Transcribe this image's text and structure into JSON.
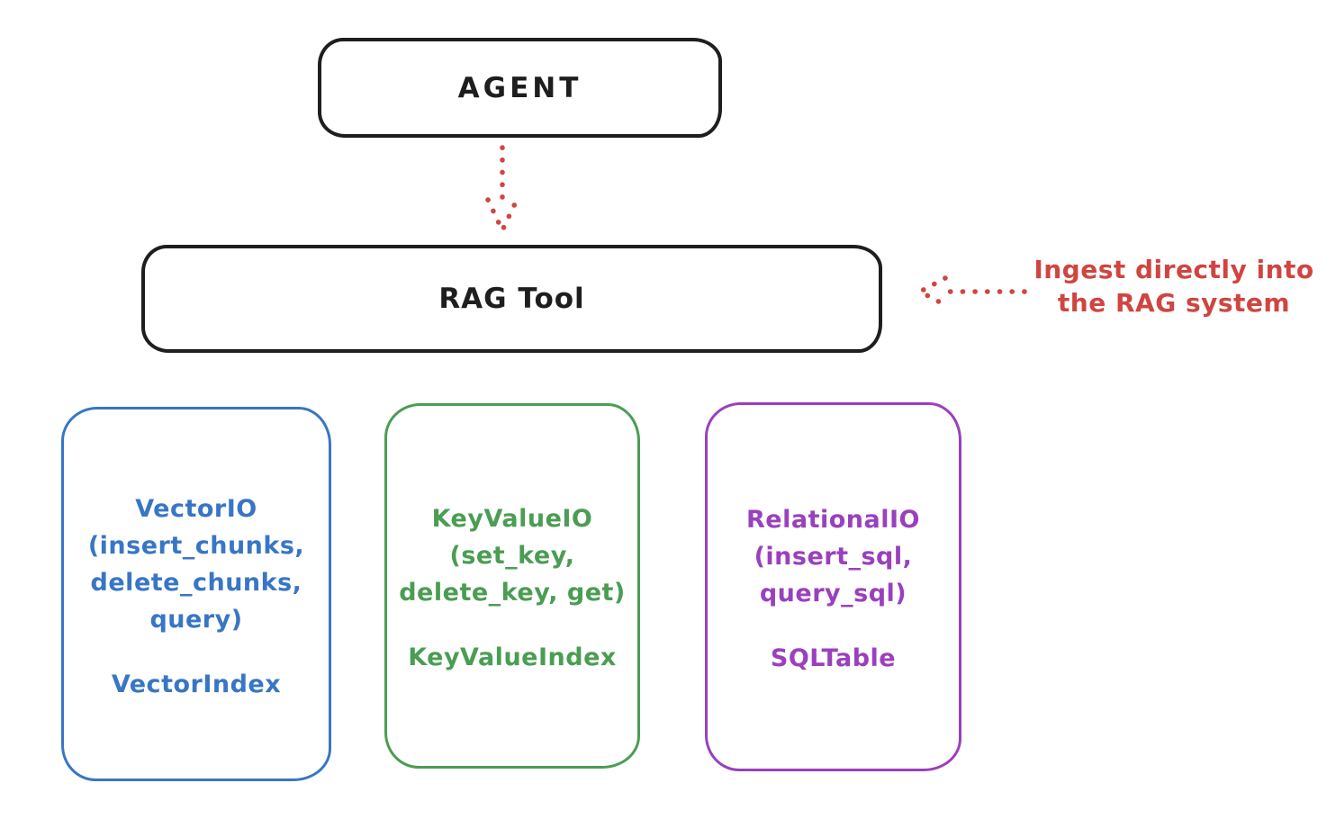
{
  "colors": {
    "ink": "#1e1e1e",
    "red": "#d04540",
    "blue": "#3876c5",
    "green": "#4a9d53",
    "purple": "#9a40bd"
  },
  "nodes": {
    "agent": {
      "label": "AGENT"
    },
    "rag_tool": {
      "label": "RAG Tool"
    },
    "vector_io": {
      "lines": [
        "VectorIO",
        "(insert_chunks,",
        "delete_chunks,",
        "query)"
      ],
      "index_label": "VectorIndex"
    },
    "key_value_io": {
      "lines": [
        "KeyValueIO",
        "(set_key,",
        "delete_key, get)"
      ],
      "index_label": "KeyValueIndex"
    },
    "relational_io": {
      "lines": [
        "RelationalIO",
        "(insert_sql,",
        "query_sql)"
      ],
      "index_label": "SQLTable"
    }
  },
  "annotation": {
    "lines": [
      "Ingest directly into",
      "the RAG system"
    ]
  }
}
